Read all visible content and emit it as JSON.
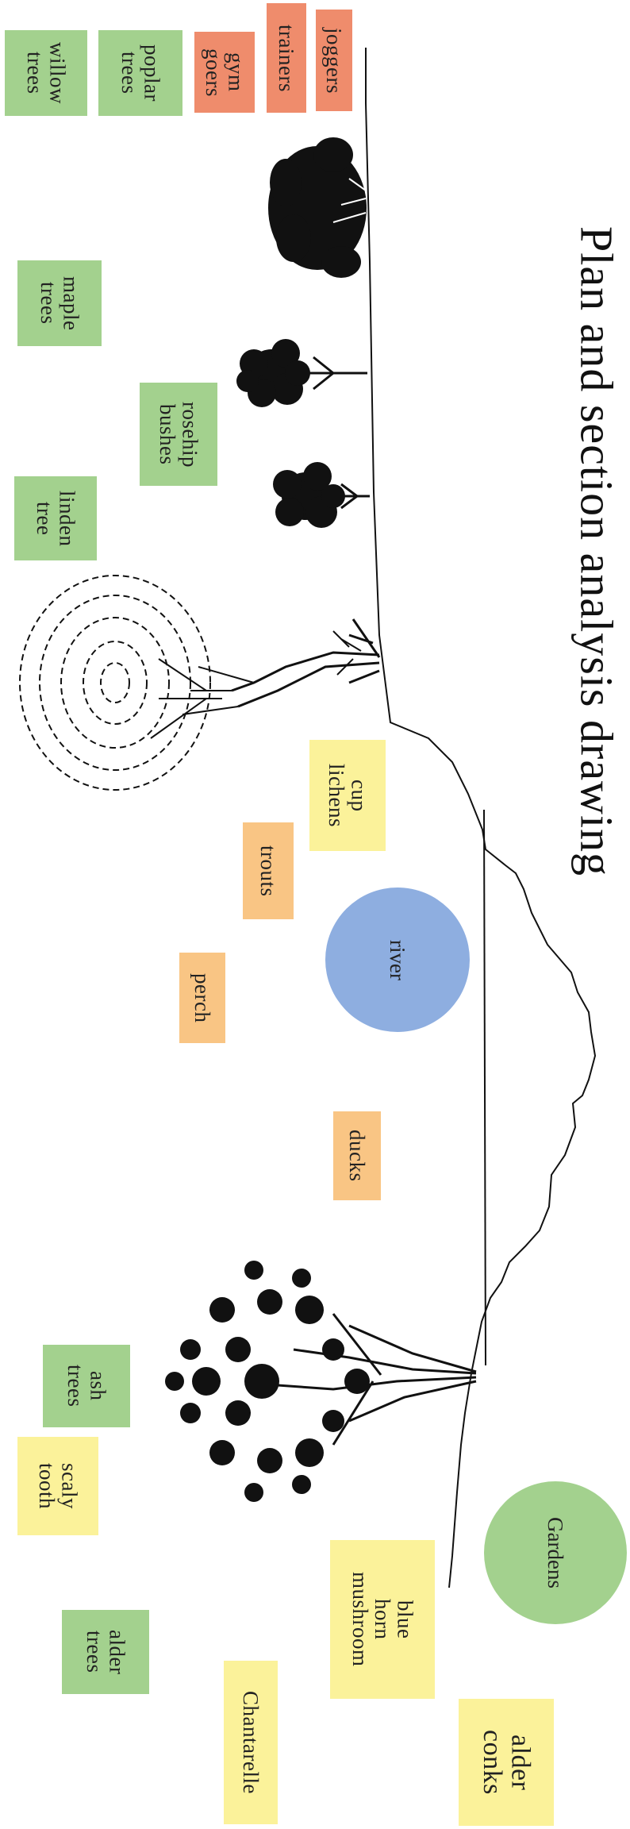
{
  "title": "Plan and section analysis drawing",
  "labels": {
    "willow": "willow\ntrees",
    "poplar": "poplar\ntrees",
    "gym": "gym\ngoers",
    "trainers": "trainers",
    "joggers": "joggers",
    "maple": "maple\ntrees",
    "rosehip": "rosehip\nbushes",
    "linden": "linden\ntree",
    "cup_lichens": "cup\nlichens",
    "trouts": "trouts",
    "perch": "perch",
    "ducks": "ducks",
    "river": "river",
    "ash": "ash\ntrees",
    "scaly_tooth": "scaly\ntooth",
    "blue_horn": "blue\nhorn\nmushroom",
    "alder_trees": "alder\ntrees",
    "chantarelle": "Chantarelle",
    "alder_conks": "alder\nconks",
    "gardens": "Gardens"
  },
  "colors": {
    "flora": "#a3d18e",
    "people": "#ef8c6c",
    "fauna": "#f9c584",
    "fungi_lichens": "#fbf29a",
    "river": "#8eaee0",
    "gardens": "#a3d18e",
    "ink": "#111111"
  }
}
